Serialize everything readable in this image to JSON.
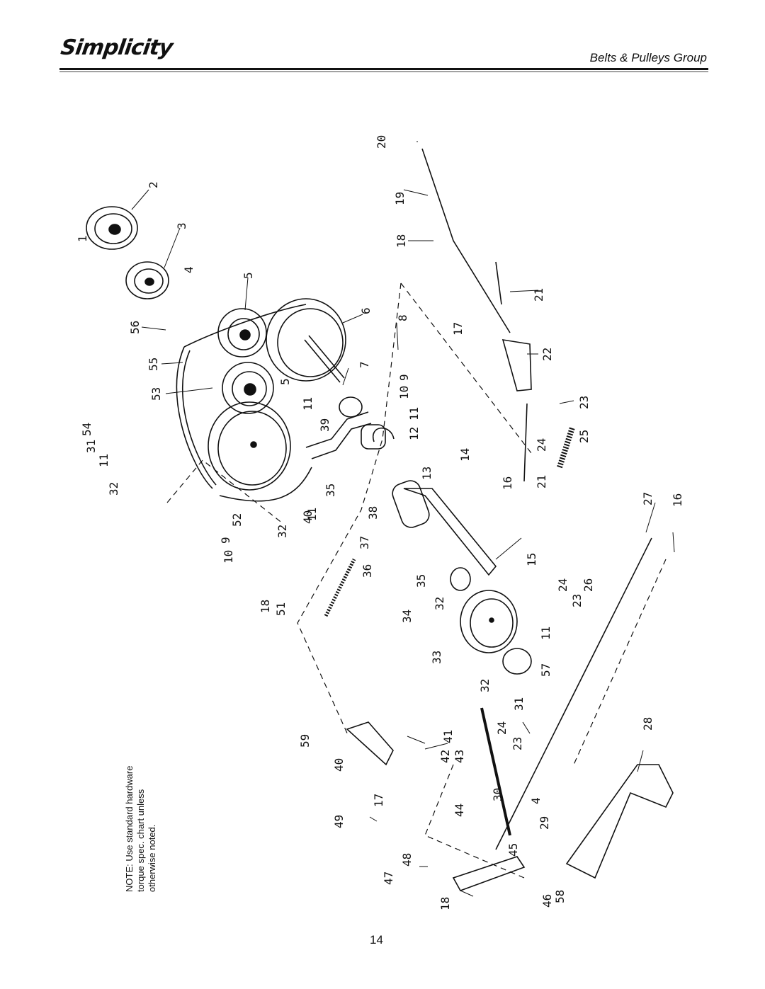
{
  "header": {
    "brand": "Simplicity",
    "group_title": "Belts & Pulleys Group"
  },
  "note": {
    "lines": [
      "NOTE: Use standard hardware",
      "torque spec. chart unless",
      "otherwise noted."
    ]
  },
  "callouts": {
    "c1": "1",
    "c2": "2",
    "c3": "3",
    "c4": "4",
    "c5": "5",
    "c5b": "5",
    "c6": "6",
    "c7": "7",
    "c8": "8",
    "c9": "9",
    "c9b": "9",
    "c10": "10",
    "c10b": "10",
    "c11": "11",
    "c11b": "11",
    "c11c": "11",
    "c11d": "11",
    "c11e": "11",
    "c12": "12",
    "c13": "13",
    "c14": "14",
    "c15": "15",
    "c16": "16",
    "c16b": "16",
    "c17": "17",
    "c17b": "17",
    "c18": "18",
    "c18b": "18",
    "c18c": "18",
    "c19": "19",
    "c20": "20",
    "c21": "21",
    "c21b": "21",
    "c22": "22",
    "c23": "23",
    "c23b": "23",
    "c23c": "23",
    "c24": "24",
    "c24b": "24",
    "c24c": "24",
    "c25": "25",
    "c26": "26",
    "c27": "27",
    "c28": "28",
    "c29": "29",
    "c30": "30",
    "c31": "31",
    "c31b": "31",
    "c32": "32",
    "c32b": "32",
    "c32c": "32",
    "c32d": "32",
    "c33": "33",
    "c34": "34",
    "c35": "35",
    "c35b": "35",
    "c36": "36",
    "c37": "37",
    "c38": "38",
    "c39": "39",
    "c40": "40",
    "c40b": "40",
    "c41": "41",
    "c42": "42",
    "c43": "43",
    "c44": "44",
    "c45": "45",
    "c46": "46",
    "c47": "47",
    "c48": "48",
    "c49": "49",
    "c51": "51",
    "c52": "52",
    "c53": "53",
    "c54": "54",
    "c55": "55",
    "c56": "56",
    "c57": "57",
    "c58": "58",
    "c59": "59"
  },
  "page": {
    "number": "14"
  }
}
